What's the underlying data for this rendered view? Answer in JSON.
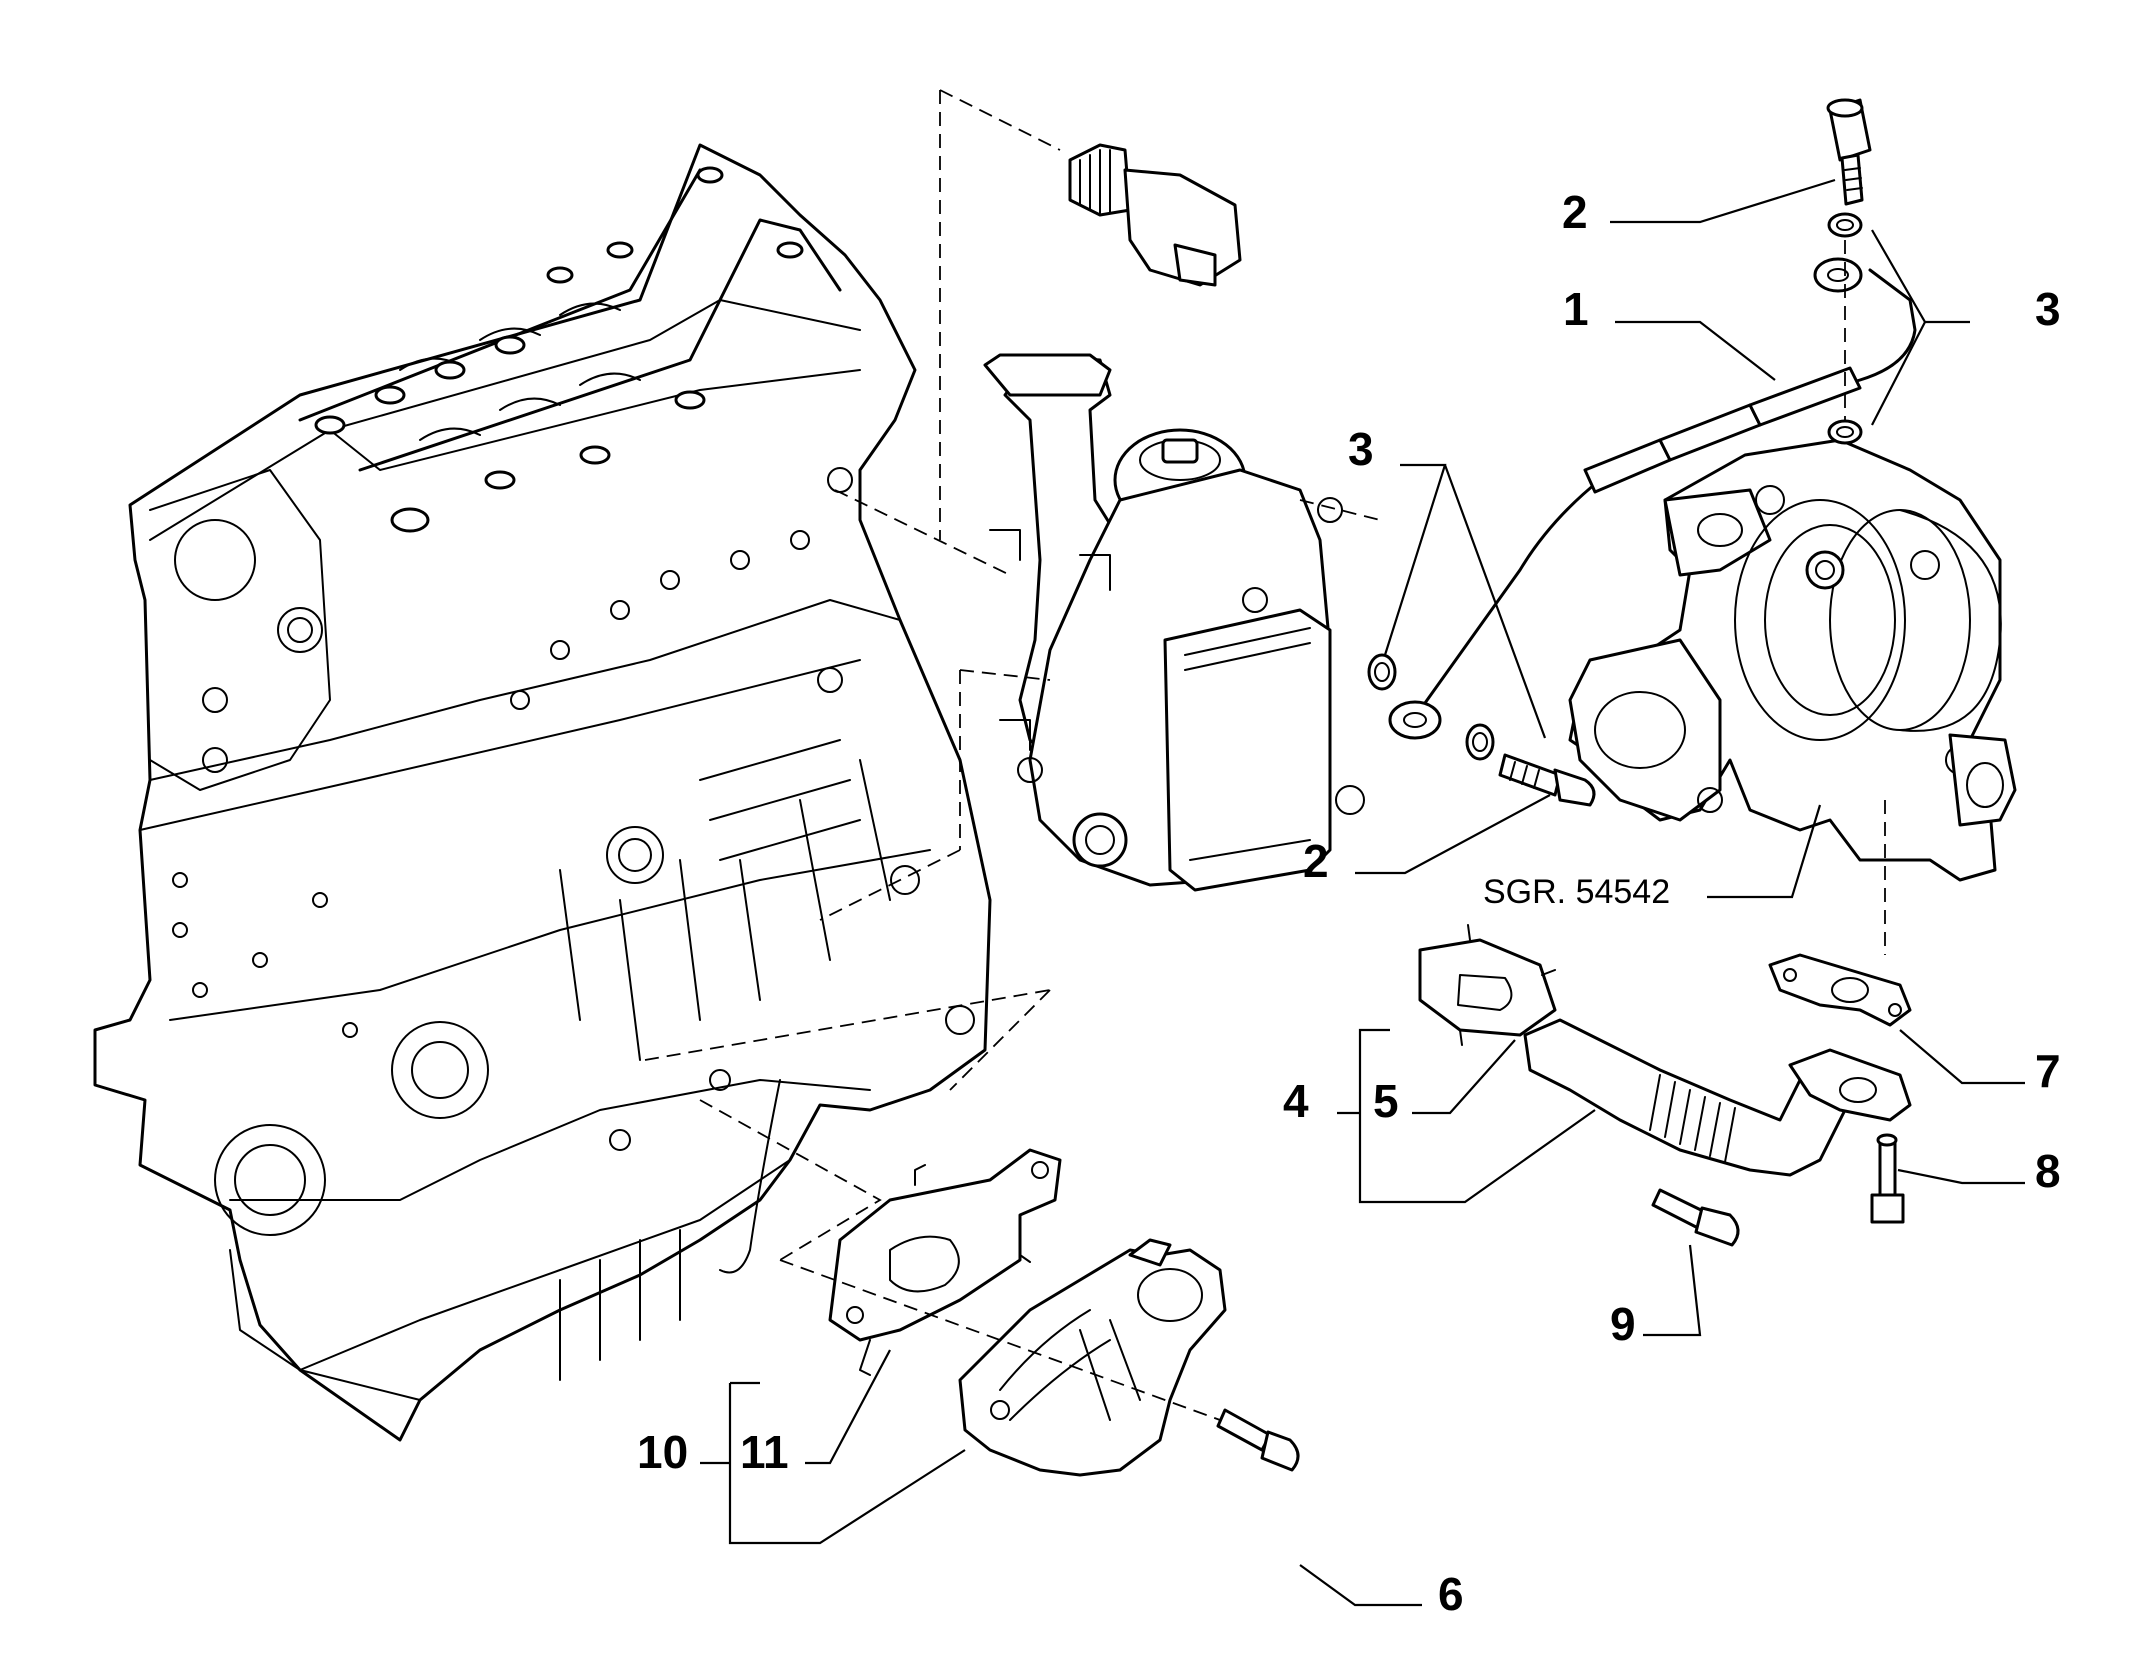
{
  "labels": {
    "l1": "1",
    "l2_top": "2",
    "l2_mid": "2",
    "l3_right": "3",
    "l3_mid": "3",
    "l4": "4",
    "l5": "5",
    "l6": "6",
    "l7": "7",
    "l8": "8",
    "l9": "9",
    "l10": "10",
    "l11": "11"
  },
  "reference": "SGR. 54542"
}
